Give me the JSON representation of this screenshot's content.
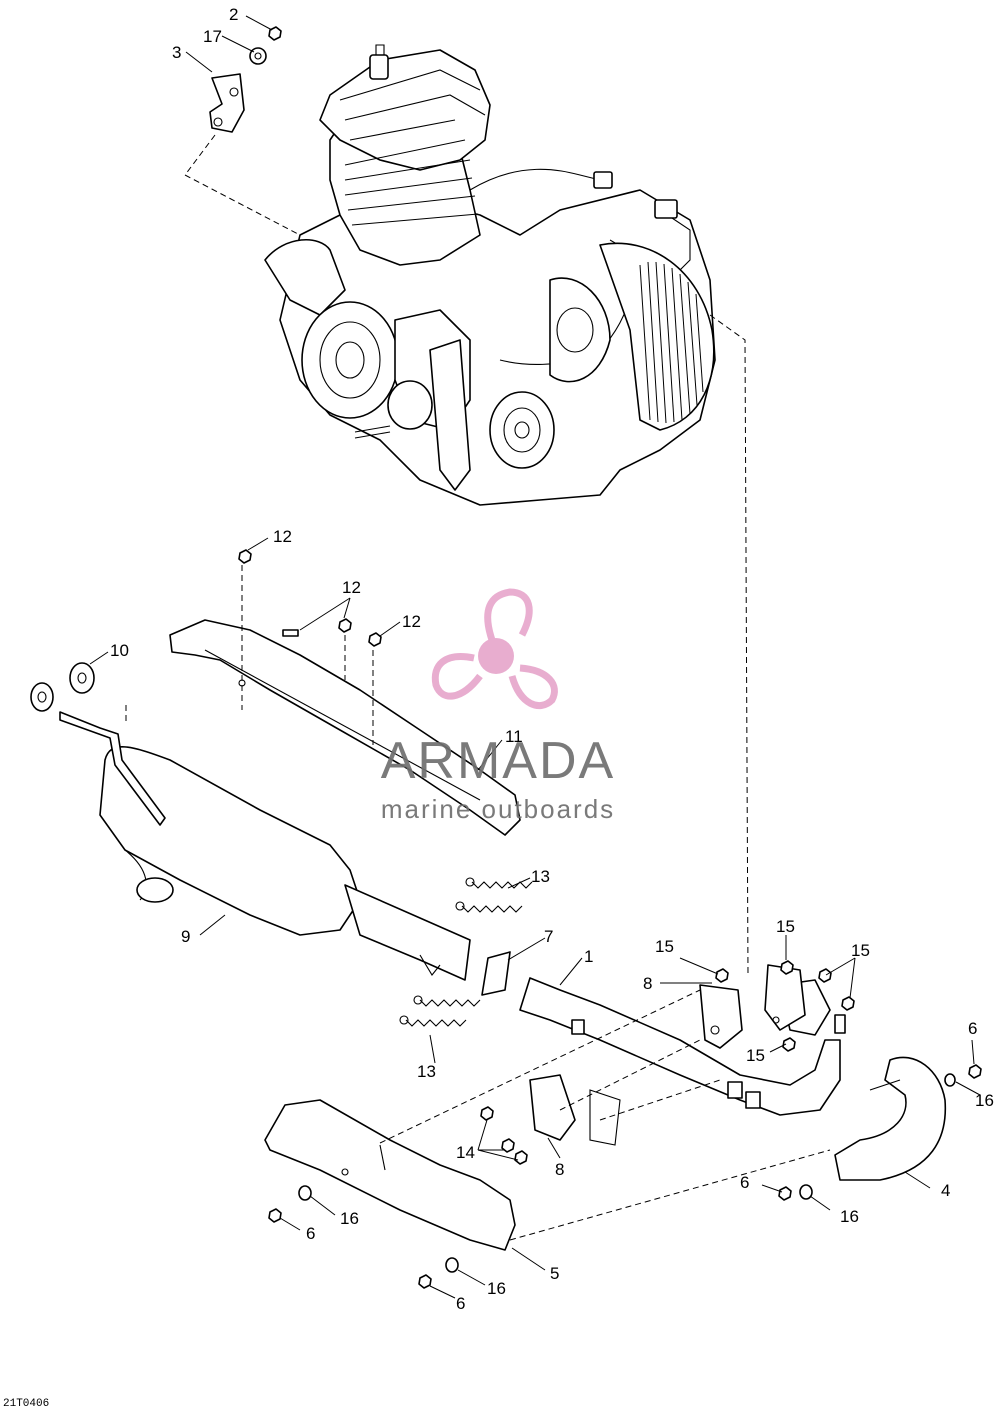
{
  "callouts": [
    {
      "id": "c1",
      "text": "1"
    },
    {
      "id": "c2",
      "text": "2"
    },
    {
      "id": "c3",
      "text": "3"
    },
    {
      "id": "c4",
      "text": "4"
    },
    {
      "id": "c5",
      "text": "5"
    },
    {
      "id": "c6a",
      "text": "6"
    },
    {
      "id": "c6b",
      "text": "6"
    },
    {
      "id": "c6c",
      "text": "6"
    },
    {
      "id": "c6d",
      "text": "6"
    },
    {
      "id": "c7",
      "text": "7"
    },
    {
      "id": "c8a",
      "text": "8"
    },
    {
      "id": "c8b",
      "text": "8"
    },
    {
      "id": "c9",
      "text": "9"
    },
    {
      "id": "c10",
      "text": "10"
    },
    {
      "id": "c11",
      "text": "11"
    },
    {
      "id": "c12a",
      "text": "12"
    },
    {
      "id": "c12b",
      "text": "12"
    },
    {
      "id": "c12c",
      "text": "12"
    },
    {
      "id": "c13a",
      "text": "13"
    },
    {
      "id": "c13b",
      "text": "13"
    },
    {
      "id": "c14",
      "text": "14"
    },
    {
      "id": "c15a",
      "text": "15"
    },
    {
      "id": "c15b",
      "text": "15"
    },
    {
      "id": "c15c",
      "text": "15"
    },
    {
      "id": "c15d",
      "text": "15"
    },
    {
      "id": "c16a",
      "text": "16"
    },
    {
      "id": "c16b",
      "text": "16"
    },
    {
      "id": "c16c",
      "text": "16"
    },
    {
      "id": "c16d",
      "text": "16"
    },
    {
      "id": "c17",
      "text": "17"
    }
  ],
  "watermark": {
    "brand": "ARMADA",
    "tagline": "marine outboards",
    "logo_color": "#e7a7cc"
  },
  "drawing_code": "21T0406"
}
